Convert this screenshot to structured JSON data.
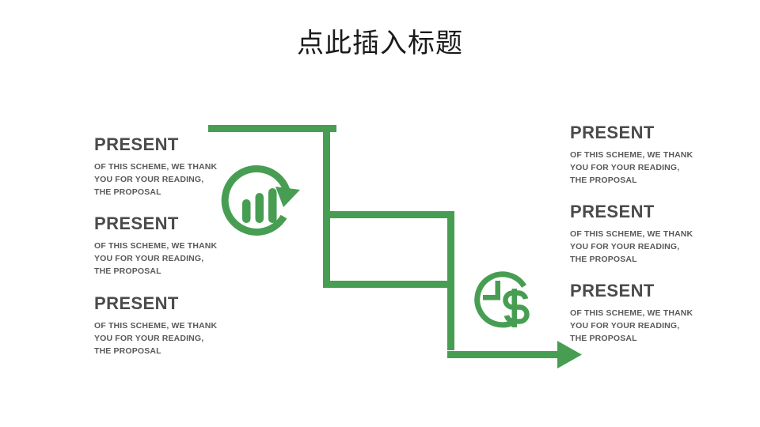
{
  "slide": {
    "title": "点此插入标题",
    "background_color": "#ffffff",
    "accent_color": "#479e52",
    "heading_color": "#4b4b4d",
    "body_color": "#5a5a5c",
    "title_color": "#1a1a1a"
  },
  "left_blocks": [
    {
      "heading": "PRESENT",
      "body_lines": [
        "OF THIS SCHEME, WE THANK",
        "YOU FOR YOUR READING,",
        "THE PROPOSAL"
      ]
    },
    {
      "heading": "PRESENT",
      "body_lines": [
        "OF THIS SCHEME, WE THANK",
        "YOU FOR YOUR READING,",
        "THE PROPOSAL"
      ]
    },
    {
      "heading": "PRESENT",
      "body_lines": [
        "OF THIS SCHEME, WE THANK",
        "YOU FOR YOUR READING,",
        "THE PROPOSAL"
      ]
    }
  ],
  "right_blocks": [
    {
      "heading": "PRESENT",
      "body_lines": [
        "OF THIS SCHEME, WE THANK",
        "YOU FOR YOUR READING,",
        "THE PROPOSAL"
      ]
    },
    {
      "heading": "PRESENT",
      "body_lines": [
        "OF THIS SCHEME, WE THANK",
        "YOU FOR YOUR READING,",
        "THE PROPOSAL"
      ]
    },
    {
      "heading": "PRESENT",
      "body_lines": [
        "OF THIS SCHEME, WE THANK",
        "YOU FOR YOUR READING,",
        "THE PROPOSAL"
      ]
    }
  ],
  "graphic": {
    "name": "descending-staircase-arrow",
    "arrow_direction": "right",
    "steps": 3,
    "stroke_color": "#479e52",
    "stroke_width": 9
  },
  "icons": [
    {
      "name": "bar-chart-refresh-icon",
      "color": "#479e52",
      "bar_count": 3
    },
    {
      "name": "clock-dollar-icon",
      "color": "#479e52"
    }
  ]
}
